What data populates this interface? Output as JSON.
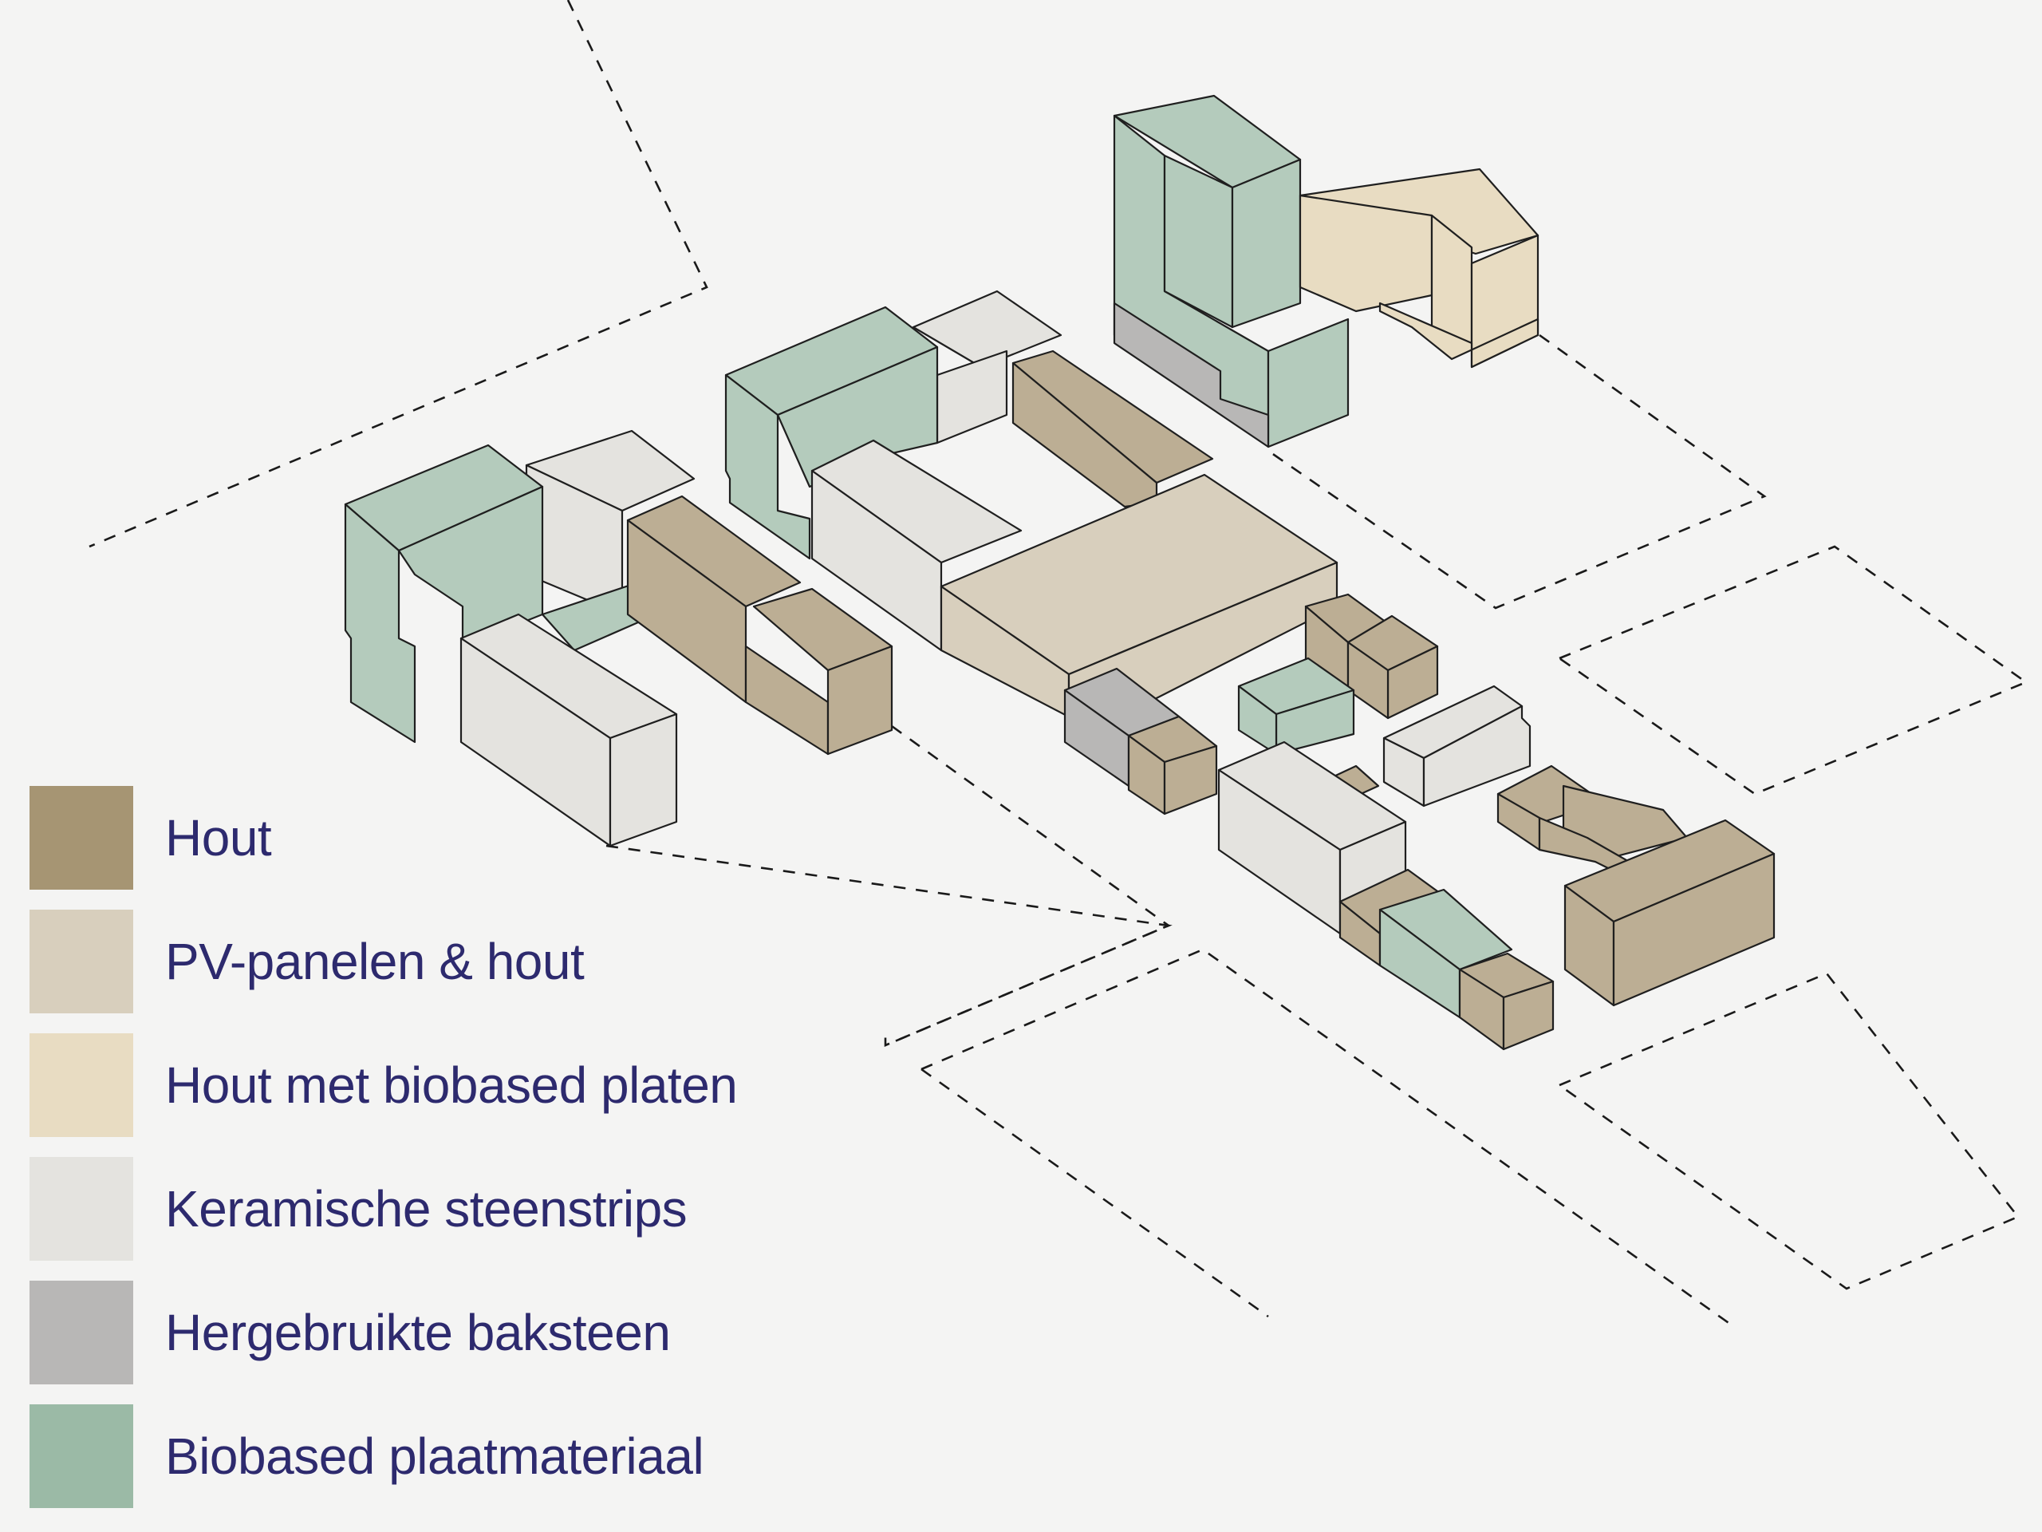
{
  "legend": [
    {
      "label": "Hout",
      "color": "#a69573"
    },
    {
      "label": "PV-panelen & hout",
      "color": "#d8cfbd"
    },
    {
      "label": "Hout met biobased platen",
      "color": "#e8dcc2"
    },
    {
      "label": "Keramische steenstrips",
      "color": "#e4e3df"
    },
    {
      "label": "Hergebruikte baksteen",
      "color": "#b8b7b6"
    },
    {
      "label": "Biobased plaatmateriaal",
      "color": "#9bbaa6"
    }
  ]
}
